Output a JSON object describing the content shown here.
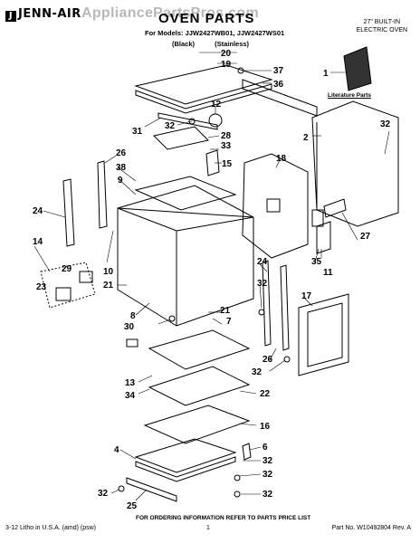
{
  "header": {
    "brand": "JENN-AIR",
    "watermark": "AppliancePartsPros.com",
    "title": "OVEN PARTS",
    "models_line": "For Models: JJW2427WB01, JJW2427WS01",
    "variant_black": "(Black)",
    "variant_stainless": "(Stainless)",
    "builtin_line1": "27\" BUILT-IN",
    "builtin_line2": "ELECTRIC OVEN"
  },
  "labels": {
    "literature_parts": "Literature Parts",
    "ordering": "FOR ORDERING INFORMATION REFER TO PARTS PRICE LIST"
  },
  "footer": {
    "left": "3-12 Litho in U.S.A. (amd) (psw)",
    "center": "1",
    "right": "Part No. W10492804 Rev. A"
  },
  "callouts": [
    "20",
    "19",
    "37",
    "36",
    "1",
    "12",
    "31",
    "32",
    "28",
    "33",
    "15",
    "2",
    "32",
    "26",
    "38",
    "9",
    "18",
    "24",
    "14",
    "29",
    "23",
    "10",
    "21",
    "8",
    "30",
    "7",
    "21",
    "24",
    "32",
    "35",
    "11",
    "27",
    "17",
    "26",
    "32",
    "13",
    "34",
    "22",
    "16",
    "4",
    "6",
    "32",
    "32",
    "25",
    "32"
  ]
}
